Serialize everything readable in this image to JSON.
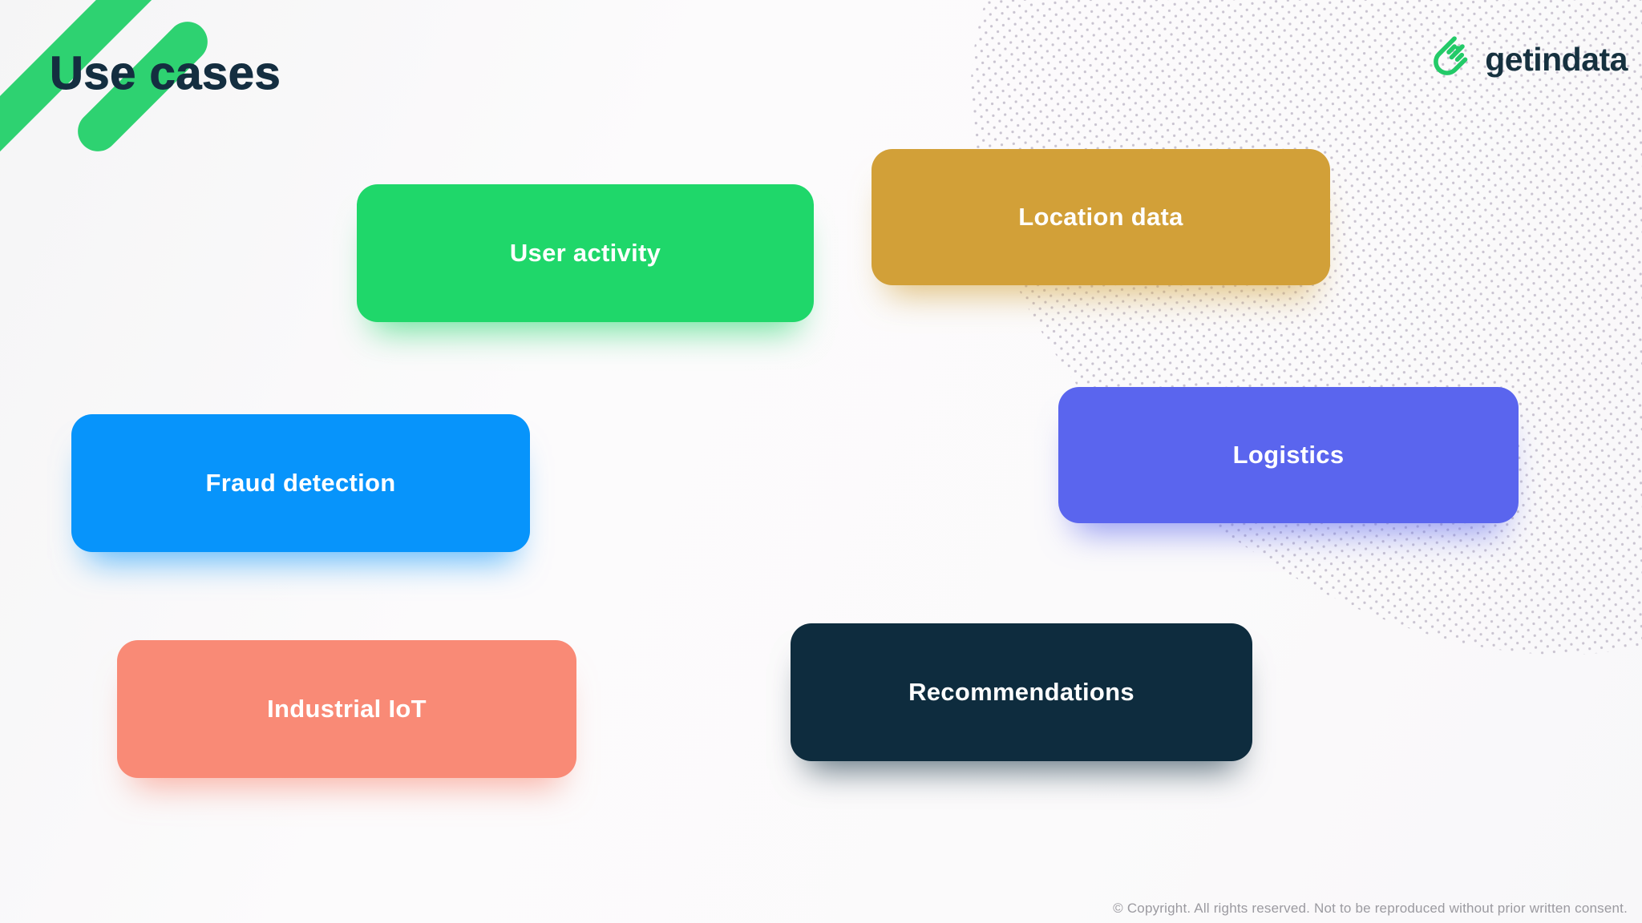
{
  "slide": {
    "title": "Use cases",
    "footer": "© Copyright. All rights reserved. Not to be reproduced without prior written consent."
  },
  "logo": {
    "text": "getindata",
    "icon": "getindata-comet-icon",
    "icon_color": "#23ca68",
    "text_color": "#16313f"
  },
  "theme": {
    "background": "#fbfafb",
    "title_color": "#142e40",
    "stripe_color": "#2ed271",
    "dot_color": "#c9c3d0",
    "footer_color": "#9b9aa0",
    "card_text_color": "#ffffff"
  },
  "cards": [
    {
      "label": "User activity",
      "color": "#1fd76a"
    },
    {
      "label": "Location data",
      "color": "#d2a038"
    },
    {
      "label": "Fraud detection",
      "color": "#0794fb"
    },
    {
      "label": "Logistics",
      "color": "#5a65ee"
    },
    {
      "label": "Industrial IoT",
      "color": "#f98a76"
    },
    {
      "label": "Recommendations",
      "color": "#0e2c3e"
    }
  ]
}
